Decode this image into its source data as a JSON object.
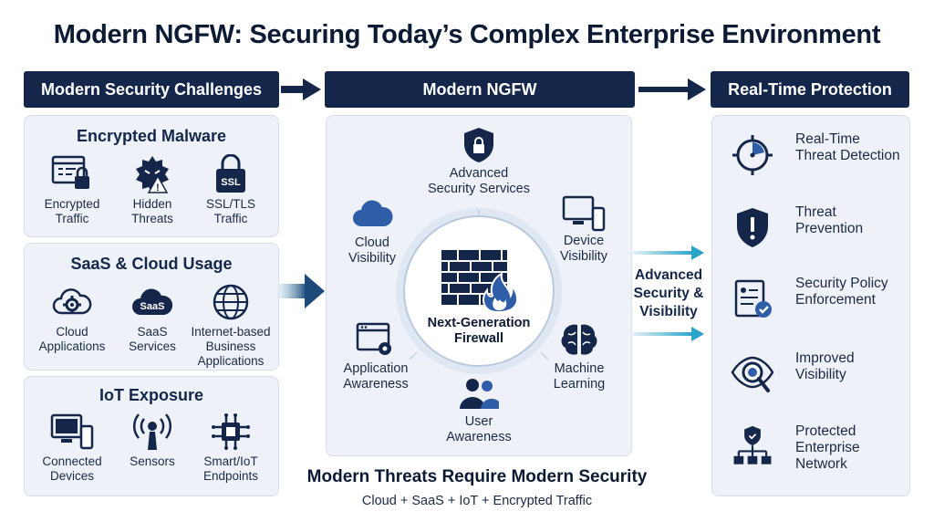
{
  "title": "Modern NGFW: Securing Today’s Complex Enterprise Environment",
  "headers": {
    "left": "Modern Security Challenges",
    "center": "Modern NGFW",
    "right": "Real-Time Protection"
  },
  "challenges": [
    {
      "title": "Encrypted Malware",
      "items": [
        {
          "label": "Encrypted\nTraffic",
          "icon": "browser-lock-icon"
        },
        {
          "label": "Hidden\nThreats",
          "icon": "hidden-threat-icon"
        },
        {
          "label": "SSL/TLS\nTraffic",
          "icon": "ssl-lock-icon",
          "badge": "SSL"
        }
      ]
    },
    {
      "title": "SaaS & Cloud Usage",
      "items": [
        {
          "label": "Cloud\nApplications",
          "icon": "cloud-gear-icon"
        },
        {
          "label": "SaaS\nServices",
          "icon": "saas-cloud-icon",
          "badge": "SaaS"
        },
        {
          "label": "Internet-based\nBusiness\nApplications",
          "icon": "globe-icon"
        }
      ]
    },
    {
      "title": "IoT Exposure",
      "items": [
        {
          "label": "Connected\nDevices",
          "icon": "devices-icon"
        },
        {
          "label": "Sensors",
          "icon": "sensor-icon"
        },
        {
          "label": "Smart/IoT\nEndpoints",
          "icon": "chip-icon"
        }
      ]
    }
  ],
  "ngfw": {
    "core_label": "Next-Generation\nFirewall",
    "features": {
      "security_services": "Advanced\nSecurity Services",
      "cloud_visibility": "Cloud\nVisibility",
      "device_visibility": "Device\nVisibility",
      "application_awareness": "Application\nAwareness",
      "machine_learning": "Machine\nLearning",
      "user_awareness": "User\nAwareness"
    }
  },
  "middle_label": "Advanced\nSecurity &\nVisibility",
  "protection": [
    {
      "label": "Real-Time\nThreat Detection",
      "icon": "target-clock-icon"
    },
    {
      "label": "Threat\nPrevention",
      "icon": "shield-alert-icon"
    },
    {
      "label": "Security Policy\nEnforcement",
      "icon": "policy-document-icon"
    },
    {
      "label": "Improved\nVisibility",
      "icon": "eye-magnifier-icon"
    },
    {
      "label": "Protected\nEnterprise\nNetwork",
      "icon": "network-shield-icon"
    }
  ],
  "footer": {
    "main": "Modern Threats Require Modern Security",
    "sub": "Cloud + SaaS + IoT + Encrypted Traffic"
  },
  "colors": {
    "navy": "#14274a",
    "accent_blue": "#2f5da8",
    "arrow_teal": "#2aa3c8",
    "panel": "#eef2f8"
  }
}
